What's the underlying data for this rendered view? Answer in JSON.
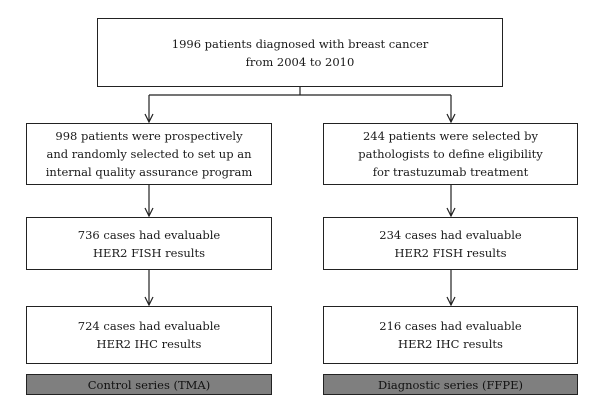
{
  "flowchart": {
    "top": {
      "lines": [
        "1996 patients diagnosed with breast cancer",
        "from 2004 to 2010"
      ]
    },
    "left": {
      "selection": {
        "lines": [
          "998 patients were prospectively",
          "and randomly selected to set up an",
          "internal quality assurance program"
        ]
      },
      "fish": {
        "lines": [
          "736 cases had evaluable",
          "HER2 FISH results"
        ]
      },
      "ihc": {
        "lines": [
          "724 cases had evaluable",
          "HER2 IHC results"
        ]
      },
      "series_label": "Control series (TMA)"
    },
    "right": {
      "selection": {
        "lines": [
          "244 patients were selected by",
          "pathologists to define eligibility",
          "for trastuzumab treatment"
        ]
      },
      "fish": {
        "lines": [
          "234 cases had evaluable",
          "HER2 FISH results"
        ]
      },
      "ihc": {
        "lines": [
          "216 cases had evaluable",
          "HER2 IHC results"
        ]
      },
      "series_label": "Diagnostic series (FFPE)"
    }
  },
  "colors": {
    "border": "#222222",
    "arrow": "#222222",
    "label_fill": "#7f7f7f"
  }
}
